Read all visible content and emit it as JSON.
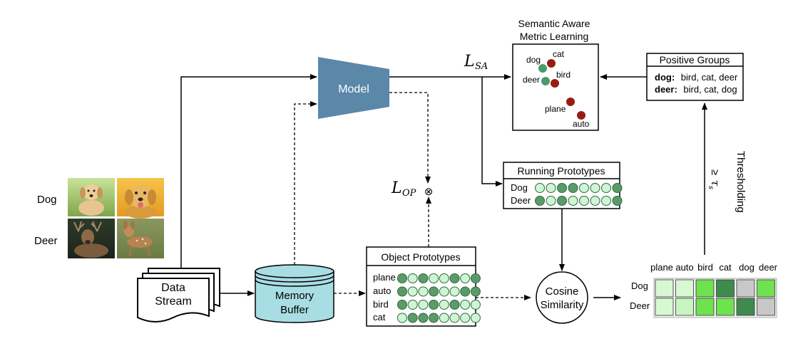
{
  "images": {
    "dog_label": "Dog",
    "deer_label": "Deer"
  },
  "data_stream": {
    "line1": "Data",
    "line2": "Stream"
  },
  "memory_buffer": {
    "line1": "Memory",
    "line2": "Buffer"
  },
  "model": {
    "label": "Model"
  },
  "losses": {
    "sa": {
      "script": "L",
      "subscript": "SA"
    },
    "op": {
      "script": "L",
      "subscript": "OP"
    },
    "op_symbol": "⊗"
  },
  "semantic_box": {
    "title_line1": "Semantic Aware",
    "title_line2": "Metric Learning",
    "points": [
      {
        "label": "dog",
        "kind": "anchor"
      },
      {
        "label": "cat",
        "kind": "other"
      },
      {
        "label": "deer",
        "kind": "anchor"
      },
      {
        "label": "bird",
        "kind": "other"
      },
      {
        "label": "plane",
        "kind": "other"
      },
      {
        "label": "auto",
        "kind": "other"
      }
    ]
  },
  "positive_groups": {
    "title": "Positive Groups",
    "rows": [
      {
        "key": "dog:",
        "value": "bird, cat, deer"
      },
      {
        "key": "deer:",
        "value": "bird, cat, dog"
      }
    ]
  },
  "running_prototypes": {
    "title": "Running Prototypes",
    "rows": [
      {
        "label": "Dog",
        "dots": [
          "light",
          "light",
          "dark",
          "dark",
          "light",
          "light",
          "light",
          "dark"
        ]
      },
      {
        "label": "Deer",
        "dots": [
          "dark",
          "light",
          "dark",
          "light",
          "light",
          "light",
          "light",
          "dark"
        ]
      }
    ]
  },
  "object_prototypes": {
    "title": "Object Prototypes",
    "rows": [
      {
        "label": "plane",
        "dots": [
          "dark",
          "light",
          "dark",
          "light",
          "light",
          "dark",
          "light",
          "dark"
        ]
      },
      {
        "label": "auto",
        "dots": [
          "dark",
          "light",
          "light",
          "dark",
          "light",
          "light",
          "dark",
          "dark"
        ]
      },
      {
        "label": "bird",
        "dots": [
          "dark",
          "light",
          "light",
          "dark",
          "light",
          "dark",
          "light",
          "light"
        ]
      },
      {
        "label": "cat",
        "dots": [
          "light",
          "dark",
          "dark",
          "dark",
          "light",
          "light",
          "light",
          "light"
        ]
      }
    ]
  },
  "cosine": {
    "line1": "Cosine",
    "line2": "Similarity"
  },
  "thresholding": {
    "label": "Thresholding",
    "symbol": "≥",
    "tau": "τ",
    "tau_sub": "s"
  },
  "similarity_matrix": {
    "columns": [
      "plane",
      "auto",
      "bird",
      "cat",
      "dog",
      "deer"
    ],
    "rows": [
      {
        "label": "Dog",
        "cells": [
          "#d8f7d3",
          "#d8f7d3",
          "#6fe24f",
          "#3f8a4f",
          "#c8c8c8",
          "#6fe24f"
        ]
      },
      {
        "label": "Deer",
        "cells": [
          "#d8f7d3",
          "#c6f5bf",
          "#6fe24f",
          "#6fe24f",
          "#3f8a4f",
          "#c8c8c8"
        ]
      }
    ]
  },
  "colors": {
    "model": "#5b87a9",
    "memory": "#a8dde3",
    "dot_dark": "#5b9b6a",
    "dot_light": "#cff5d4",
    "point_red": "#9a1b12",
    "point_green": "#4a9a6a"
  }
}
